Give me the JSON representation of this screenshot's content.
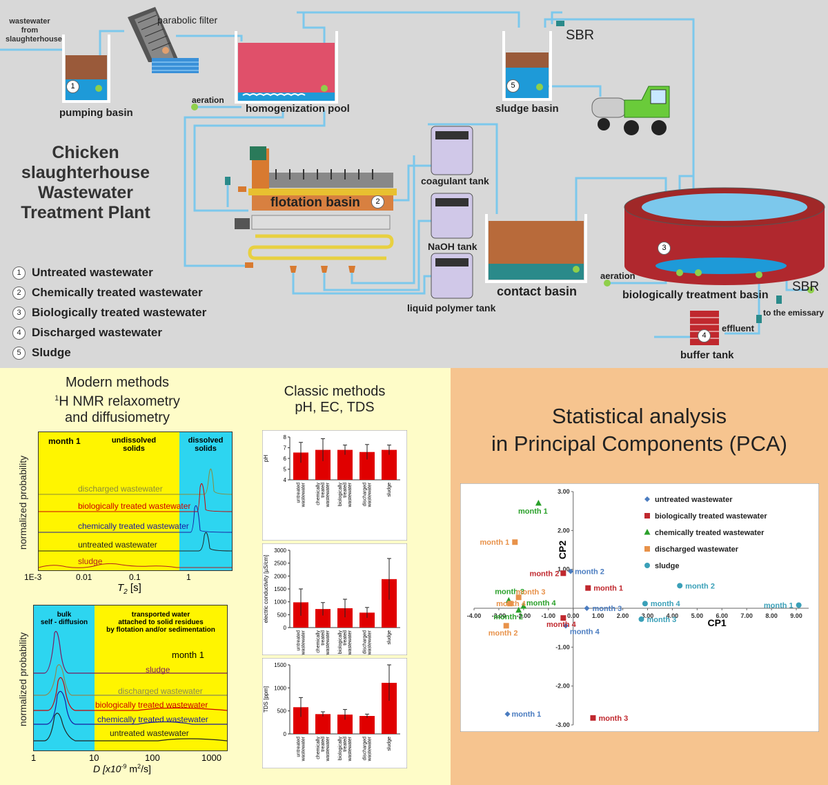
{
  "plant": {
    "title": [
      "Chicken",
      "slaughterhouse",
      "Wastewater",
      "Treatment Plant"
    ],
    "labels": {
      "inflow": [
        "wastewater",
        "from",
        "slaughterhouse"
      ],
      "parabolic_filter": "parabolic filter",
      "pumping_basin": "pumping basin",
      "aeration1": "aeration",
      "homogenization_pool": "homogenization pool",
      "sludge_basin": "sludge basin",
      "sbr1": "SBR",
      "coagulant_tank": "coagulant tank",
      "naoh_tank": "NaOH tank",
      "liquid_polymer_tank": "liquid polymer tank",
      "flotation_basin": "flotation basin",
      "contact_basin": "contact basin",
      "aeration2": "aeration",
      "bio_basin": "biologically treatment basin",
      "sbr2": "SBR",
      "emissary": "to the emissary",
      "effluent": "effluent",
      "buffer_tank": "buffer tank"
    },
    "markers": {
      "m1": "1",
      "m2": "2",
      "m3": "3",
      "m4": "4",
      "m5": "5"
    },
    "legend": [
      {
        "n": "1",
        "label": "Untreated wastewater"
      },
      {
        "n": "2",
        "label": "Chemically treated wastewater"
      },
      {
        "n": "3",
        "label": "Biologically treated  wastewater"
      },
      {
        "n": "4",
        "label": "Discharged wastewater"
      },
      {
        "n": "5",
        "label": "Sludge"
      }
    ]
  },
  "modern": {
    "title": [
      "Modern methods",
      "H NMR relaxometry",
      "and diffusiometry"
    ],
    "superscript": "1",
    "relax": {
      "month": "month 1",
      "zone1": [
        "undissolved",
        "solids"
      ],
      "zone2": [
        "dissolved",
        "solids"
      ],
      "ylabel": "normalized probability",
      "xlabel": "T",
      "xlabel_sub": "2",
      "xlabel_unit": " [s]",
      "ticks": [
        "1E-3",
        "0.01",
        "0.1",
        "1"
      ],
      "curves": [
        {
          "name": "discharged wastewater",
          "color": "#8a8a3a"
        },
        {
          "name": "biologically treated wastewater",
          "color": "#cc0000"
        },
        {
          "name": "chemically treated wastewater",
          "color": "#1a1aa0"
        },
        {
          "name": "untreated wastewater",
          "color": "#222222"
        },
        {
          "name": "sludge",
          "color": "#b02020"
        }
      ]
    },
    "diff": {
      "zone1": [
        "bulk",
        "self - diffusion"
      ],
      "zone2": [
        "transported water",
        "attached to solid residues",
        "by flotation and/or sedimentation"
      ],
      "month": "month 1",
      "ylabel": "normalized probability",
      "xlabel": "D [x10",
      "xlabel_sup": "-9",
      "xlabel_mid": " m",
      "xlabel_sup2": "2",
      "xlabel_end": "/s]",
      "ticks": [
        "1",
        "10",
        "100",
        "1000"
      ],
      "curves": [
        {
          "name": "sludge",
          "color": "#7a1a60"
        },
        {
          "name": "discharged wastewater",
          "color": "#888855"
        },
        {
          "name": "biologically treated wastewater",
          "color": "#cc0000"
        },
        {
          "name": "chemically treated wastewater",
          "color": "#1a1aa0"
        },
        {
          "name": "untreated wastewater",
          "color": "#222222"
        }
      ]
    }
  },
  "classic": {
    "title": [
      "Classic methods",
      "pH, EC, TDS"
    ],
    "categories": [
      [
        "untreated",
        "wastewater"
      ],
      [
        "chemically",
        "treated",
        "wastewater"
      ],
      [
        "biologically",
        "treated",
        "wastewater"
      ],
      [
        "discharged",
        "wastewater"
      ],
      [
        "sludge"
      ]
    ],
    "bar_color": "#e00000"
  },
  "pca": {
    "title": [
      "Statistical analysis",
      "in Principal Components (PCA)"
    ],
    "xlabel": "CP1",
    "ylabel": "CP2",
    "legend": [
      {
        "name": "untreated wastewater",
        "color": "#4a7cc0",
        "shape": "diamond"
      },
      {
        "name": "biologically treated wastewater",
        "color": "#c0282e",
        "shape": "square"
      },
      {
        "name": "chemically treated wastewater",
        "color": "#2aa02a",
        "shape": "triangle"
      },
      {
        "name": "discharged wastewater",
        "color": "#e8924a",
        "shape": "square"
      },
      {
        "name": "sludge",
        "color": "#3aa0b8",
        "shape": "circle"
      }
    ]
  },
  "chart_data": [
    {
      "type": "bar",
      "ylabel": "pH",
      "categories": [
        "untreated wastewater",
        "chemically treated wastewater",
        "biologically treated wastewater",
        "discharged wastewater",
        "sludge"
      ],
      "values": [
        6.55,
        6.8,
        6.8,
        6.6,
        6.8
      ],
      "errors": [
        0.95,
        1.05,
        0.45,
        0.7,
        0.45
      ],
      "ylim": [
        4,
        8
      ],
      "yticks": [
        4,
        5,
        6,
        7,
        8
      ]
    },
    {
      "type": "bar",
      "ylabel": "electric conductivity [µS/cm]",
      "categories": [
        "untreated wastewater",
        "chemically treated wastewater",
        "biologically treated wastewater",
        "discharged wastewater",
        "sludge"
      ],
      "values": [
        980,
        720,
        750,
        580,
        1880
      ],
      "errors": [
        520,
        250,
        350,
        200,
        800
      ],
      "ylim": [
        0,
        3000
      ],
      "yticks": [
        0,
        500,
        1000,
        1500,
        2000,
        2500,
        3000
      ]
    },
    {
      "type": "bar",
      "ylabel": "TDS [ppm]",
      "categories": [
        "untreated wastewater",
        "chemically treated wastewater",
        "biologically treated wastewater",
        "discharged wastewater",
        "sludge"
      ],
      "values": [
        580,
        430,
        420,
        390,
        1110
      ],
      "errors": [
        210,
        50,
        110,
        40,
        390
      ],
      "ylim": [
        0,
        1500
      ],
      "yticks": [
        0,
        500,
        1000,
        1500
      ]
    },
    {
      "type": "scatter",
      "xlabel": "CP1",
      "ylabel": "CP2",
      "xlim": [
        -4,
        9.5
      ],
      "ylim": [
        -3,
        3
      ],
      "xticks": [
        -4,
        -3,
        -2,
        -1,
        0,
        1,
        2,
        3,
        4,
        5,
        6,
        7,
        8,
        9
      ],
      "yticks": [
        -3,
        -2,
        -1,
        0,
        1,
        2,
        3
      ],
      "series": [
        {
          "name": "untreated wastewater",
          "points": [
            {
              "x": -0.1,
              "y": 0.95,
              "label": "month 2"
            },
            {
              "x": 0.55,
              "y": 0.0,
              "label": "month 3"
            },
            {
              "x": -0.3,
              "y": -0.45,
              "label": "month 4"
            },
            {
              "x": -2.65,
              "y": -2.72,
              "label": "month 1"
            }
          ]
        },
        {
          "name": "biologically treated wastewater",
          "points": [
            {
              "x": -0.4,
              "y": 0.9,
              "label": "month 2"
            },
            {
              "x": 0.6,
              "y": 0.52,
              "label": "month 1"
            },
            {
              "x": -0.4,
              "y": -0.25,
              "label": "month 4"
            },
            {
              "x": 0.8,
              "y": -2.82,
              "label": "month 3"
            }
          ]
        },
        {
          "name": "chemically treated wastewater",
          "points": [
            {
              "x": -1.4,
              "y": 2.7,
              "label": "month 1"
            },
            {
              "x": -2.6,
              "y": 0.2,
              "label": "month 3"
            },
            {
              "x": -2.0,
              "y": 0.05,
              "label": "month 4"
            },
            {
              "x": -2.2,
              "y": -0.05,
              "label": "month 2"
            }
          ]
        },
        {
          "name": "discharged wastewater",
          "points": [
            {
              "x": -2.35,
              "y": 1.7,
              "label": "month 1"
            },
            {
              "x": -2.2,
              "y": 0.28,
              "label": "month 3"
            },
            {
              "x": -2.55,
              "y": 0.12,
              "label": "month 4"
            },
            {
              "x": -2.7,
              "y": -0.45,
              "label": "month 2"
            }
          ]
        },
        {
          "name": "sludge",
          "points": [
            {
              "x": 9.1,
              "y": 0.08,
              "label": "month 1"
            },
            {
              "x": 4.3,
              "y": 0.58,
              "label": "month 2"
            },
            {
              "x": 2.75,
              "y": -0.28,
              "label": "month 3"
            },
            {
              "x": 2.9,
              "y": 0.12,
              "label": "month 4"
            }
          ]
        }
      ]
    }
  ]
}
